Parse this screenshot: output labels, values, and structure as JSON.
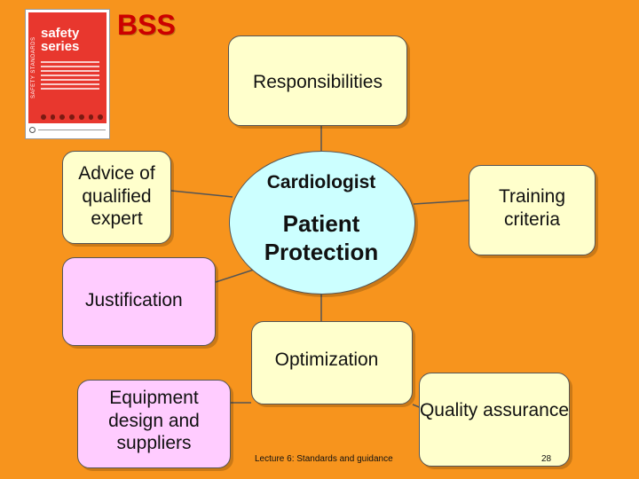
{
  "title": "BSS",
  "cover": {
    "side_text": "SAFETY STANDARDS",
    "title_line1": "safety",
    "title_line2": "series"
  },
  "nodes": {
    "responsibilities": "Responsibilities",
    "advice": "Advice of qualified expert",
    "center_top": "Cardiologist",
    "center_main": "Patient Protection",
    "training": "Training criteria",
    "justification": "Justification",
    "optimization": "Optimization",
    "equipment": "Equipment design and suppliers",
    "quality": "Quality assurance"
  },
  "footer": {
    "lecture": "Lecture 6: Standards and guidance",
    "page": "28"
  },
  "colors": {
    "background": "#F7941D",
    "yellow_box": "#FFFFCC",
    "pink_box": "#FFCCFF",
    "ellipse": "#CCFFFF",
    "cover_red": "#E8372E",
    "title": "#CC0000"
  }
}
